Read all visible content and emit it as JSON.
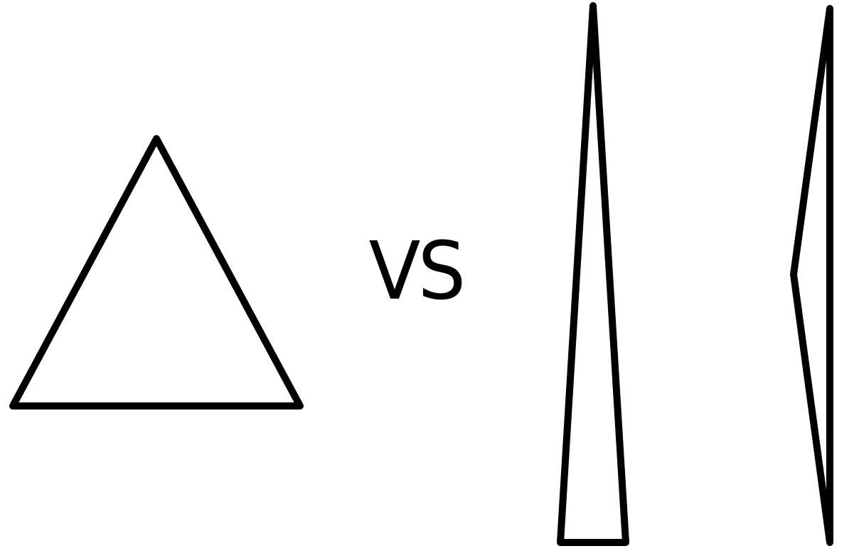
{
  "diagram": {
    "separator_text": "VS",
    "colors": {
      "stroke": "#000000",
      "background": "#ffffff",
      "text": "#000000"
    },
    "shapes": [
      {
        "name": "equilateral-triangle",
        "kind": "triangle"
      },
      {
        "name": "tall-isosceles-triangle",
        "kind": "triangle"
      },
      {
        "name": "thin-obtuse-triangle",
        "kind": "triangle"
      }
    ]
  }
}
